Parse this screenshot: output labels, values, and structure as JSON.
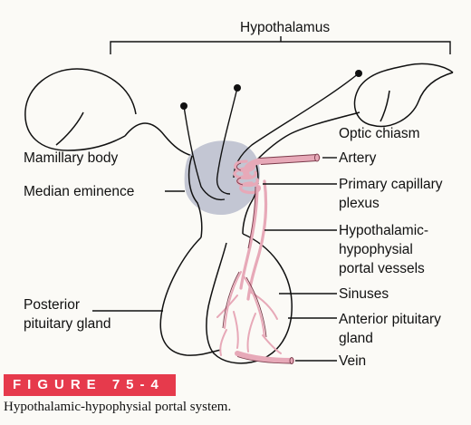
{
  "labels": {
    "hypothalamus": "Hypothalamus",
    "mamillary_body": "Mamillary body",
    "median_eminence": "Median eminence",
    "posterior_pituitary_line1": "Posterior",
    "posterior_pituitary_line2": "pituitary gland",
    "optic_chiasm": "Optic chiasm",
    "artery": "Artery",
    "primary_capillary_line1": "Primary capillary",
    "primary_capillary_line2": "plexus",
    "portal_line1": "Hypothalamic-",
    "portal_line2": "hypophysial",
    "portal_line3": "portal vessels",
    "sinuses": "Sinuses",
    "anterior_pituitary_line1": "Anterior pituitary",
    "anterior_pituitary_line2": "gland",
    "vein": "Vein"
  },
  "figure": {
    "label": "FIGURE 75-4",
    "caption": "Hypothalamic-hypophysial portal system."
  },
  "colors": {
    "banner": "#e63a4c",
    "vessels": "#e7a9b8",
    "median_eminence_shade": "#b9bccd"
  }
}
